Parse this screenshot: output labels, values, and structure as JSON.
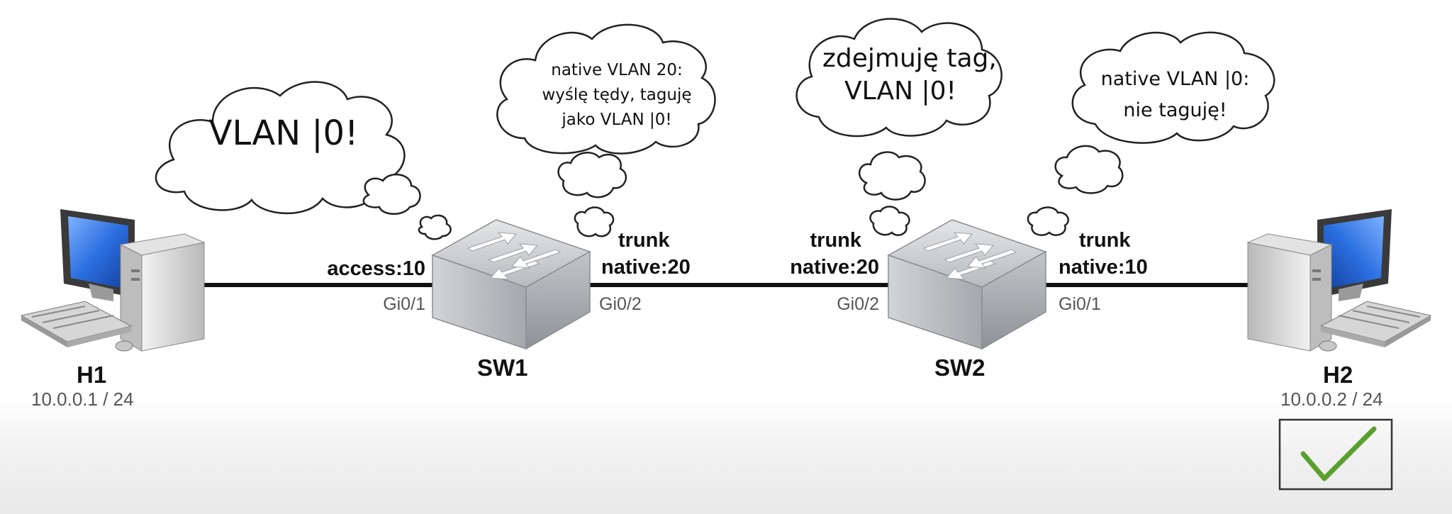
{
  "devices": {
    "h1": {
      "name": "H1",
      "ip": "10.0.0.1 / 24"
    },
    "sw1": {
      "name": "SW1"
    },
    "sw2": {
      "name": "SW2"
    },
    "h2": {
      "name": "H2",
      "ip": "10.0.0.2 / 24"
    }
  },
  "ports": {
    "sw1_gi01": {
      "mode": "access:10",
      "interface": "Gi0/1"
    },
    "sw1_gi02": {
      "mode": "trunk",
      "native": "native:20",
      "interface": "Gi0/2"
    },
    "sw2_gi02": {
      "mode": "trunk",
      "native": "native:20",
      "interface": "Gi0/2"
    },
    "sw2_gi01": {
      "mode": "trunk",
      "native": "native:10",
      "interface": "Gi0/1"
    }
  },
  "thoughts": {
    "h1": {
      "lines": [
        "VLAN |0!"
      ]
    },
    "sw1": {
      "lines": [
        "native VLAN 20:",
        "wyślę tędy, taguję",
        "jako VLAN |0!"
      ]
    },
    "sw2_in": {
      "lines": [
        "zdejmuję tag,",
        "VLAN |0!"
      ]
    },
    "sw2_out": {
      "lines": [
        "native VLAN |0:",
        "nie taguję!"
      ]
    }
  },
  "result": {
    "icon": "checkmark-icon",
    "color": "#5aa02c"
  },
  "colors": {
    "link": "#111111",
    "screen": "#1f5fd0",
    "switch_body": "#c9cbcd"
  }
}
